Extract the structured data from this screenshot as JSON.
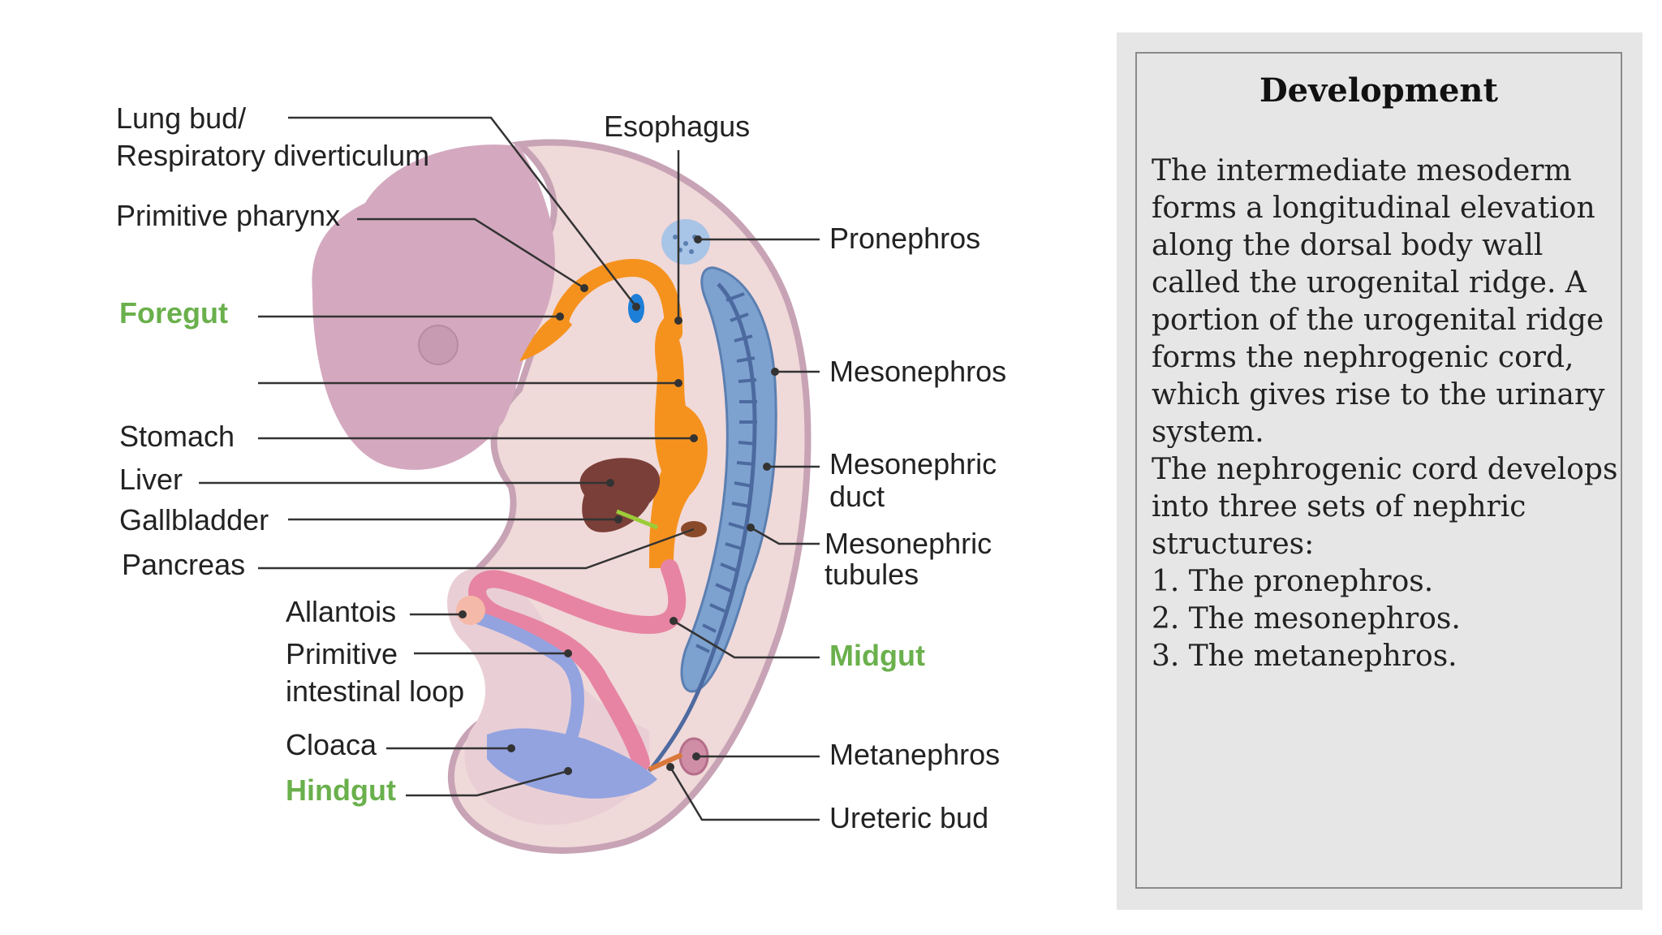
{
  "diagram": {
    "labels": {
      "lung_bud_1": "Lung bud/",
      "lung_bud_2": "Respiratory diverticulum",
      "primitive_pharynx": "Primitive pharynx",
      "foregut": "Foregut",
      "stomach": "Stomach",
      "liver": "Liver",
      "gallbladder": "Gallbladder",
      "pancreas": "Pancreas",
      "allantois": "Allantois",
      "primitive_loop_1": "Primitive",
      "primitive_loop_2": "intestinal loop",
      "cloaca": "Cloaca",
      "hindgut": "Hindgut",
      "esophagus": "Esophagus",
      "pronephros": "Pronephros",
      "mesonephros": "Mesonephros",
      "mesonephric_duct_1": "Mesonephric",
      "mesonephric_duct_2": "duct",
      "mesonephric_tubules_1": "Mesonephric",
      "mesonephric_tubules_2": "tubules",
      "midgut": "Midgut",
      "metanephros": "Metanephros",
      "ureteric_bud": "Ureteric bud"
    },
    "colors": {
      "body": "#f0d9d9",
      "head": "#d4a9bf",
      "foregut": "#f5921e",
      "midgut_loop": "#e784a3",
      "hindgut": "#93a3e0",
      "kidney": "#7ea2cf",
      "liver": "#7a3f38",
      "highlight_label": "#6ab04c"
    }
  },
  "panel": {
    "title": "Development",
    "paragraph1": "The intermediate mesoderm forms a longitudinal elevation along the dorsal body wall called the urogenital ridge. A portion of the urogenital ridge forms the nephrogenic cord, which gives rise to the urinary system.",
    "paragraph2": "The nephrogenic cord develops into three sets of nephric structures:",
    "list": [
      "1. The pronephros.",
      "2. The mesonephros.",
      "3. The metanephros."
    ]
  }
}
